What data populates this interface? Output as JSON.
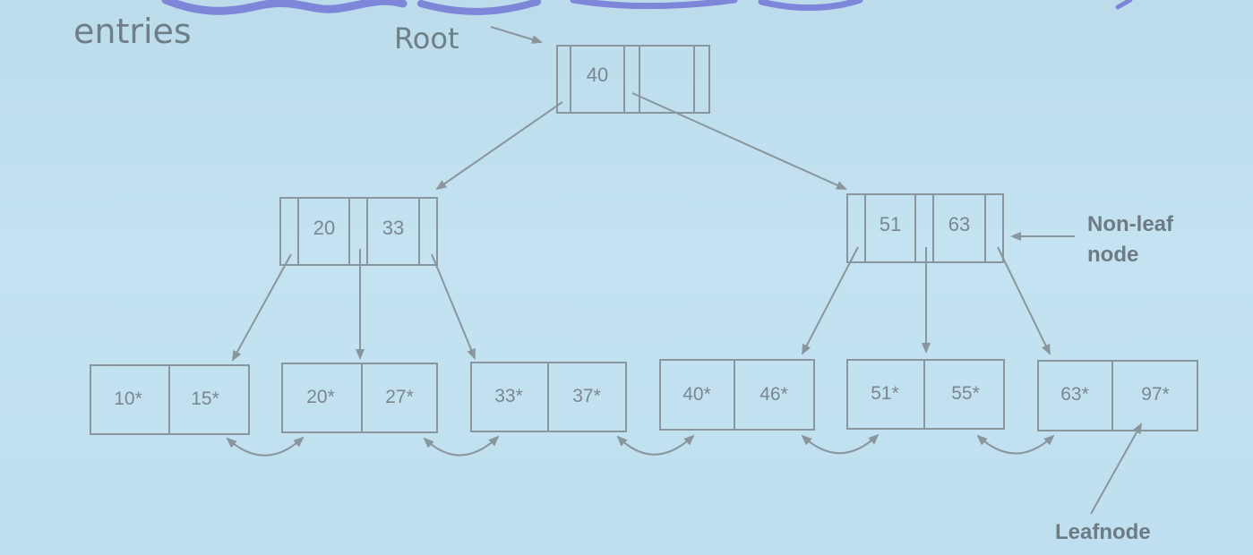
{
  "labels": {
    "entries": "entries",
    "root": "Root",
    "nonleaf_line1": "Non-leaf",
    "nonleaf_line2": "node",
    "leafnode": "Leafnode"
  },
  "tree": {
    "root": {
      "keys": [
        "40",
        ""
      ]
    },
    "inner_left": {
      "keys": [
        "20",
        "33"
      ]
    },
    "inner_right": {
      "keys": [
        "51",
        "63"
      ]
    },
    "leaves": [
      {
        "keys": [
          "10*",
          "15*"
        ]
      },
      {
        "keys": [
          "20*",
          "27*"
        ]
      },
      {
        "keys": [
          "33*",
          "37*"
        ]
      },
      {
        "keys": [
          "40*",
          "46*"
        ]
      },
      {
        "keys": [
          "51*",
          "55*"
        ]
      },
      {
        "keys": [
          "63*",
          "97*"
        ]
      }
    ]
  },
  "colors": {
    "background": "#c2e1f0",
    "line": "#8a969d",
    "text": "#7b8790",
    "scribble": "#7d86d8"
  }
}
